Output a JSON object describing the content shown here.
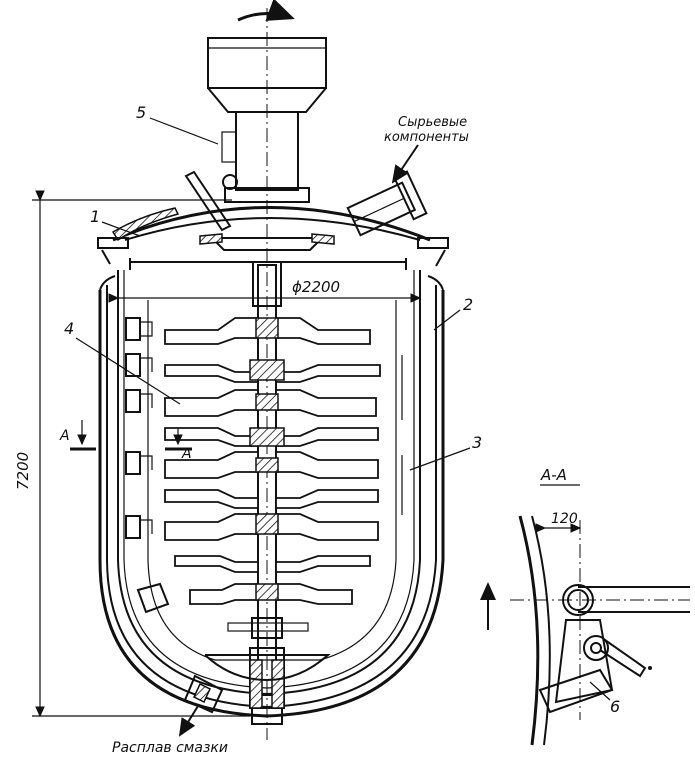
{
  "labels": {
    "part1": "1",
    "part2": "2",
    "part3": "3",
    "part4": "4",
    "part5": "5",
    "part6": "6",
    "raw_line1": "Сырьевые",
    "raw_line2": "компоненты",
    "melt_output": "Расплав смазки",
    "diameter": "ϕ2200",
    "height": "7200",
    "section_a_left": "A",
    "section_a_right": "A",
    "section_title": "A-A",
    "dim_120": "120"
  }
}
